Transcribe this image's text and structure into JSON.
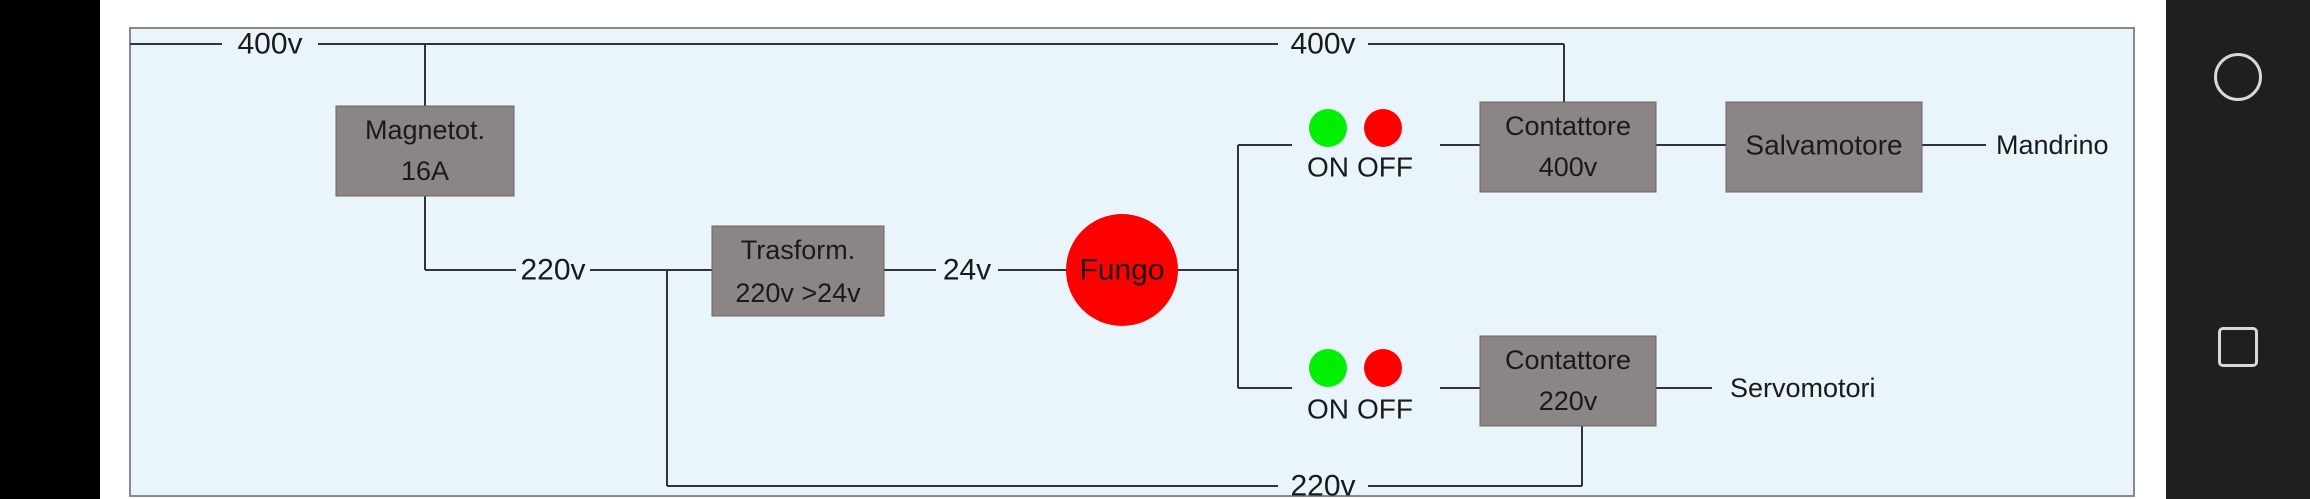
{
  "diagram": {
    "colors": {
      "panel_bg": "#eaf4fb",
      "box_fill": "#8c8585",
      "line": "#333333",
      "red": "#ff0000",
      "green": "#00ee00"
    },
    "labels": {
      "v400_left": "400v",
      "v400_top": "400v",
      "v220_mid": "220v",
      "v24": "24v",
      "v220_bottom": "220v",
      "magnetot_line1": "Magnetot.",
      "magnetot_line2": "16A",
      "trasform_line1": "Trasform.",
      "trasform_line2": "220v >24v",
      "fungo": "Fungo",
      "on_top": "ON",
      "off_top": "OFF",
      "on_bottom": "ON",
      "off_bottom": "OFF",
      "contattore400_line1": "Contattore",
      "contattore400_line2": "400v",
      "contattore220_line1": "Contattore",
      "contattore220_line2": "220v",
      "salvamotore": "Salvamotore",
      "mandrino": "Mandrino",
      "servomotori": "Servomotori"
    }
  },
  "nav": {
    "home_icon": "circle-outline",
    "recents_icon": "square-outline"
  }
}
